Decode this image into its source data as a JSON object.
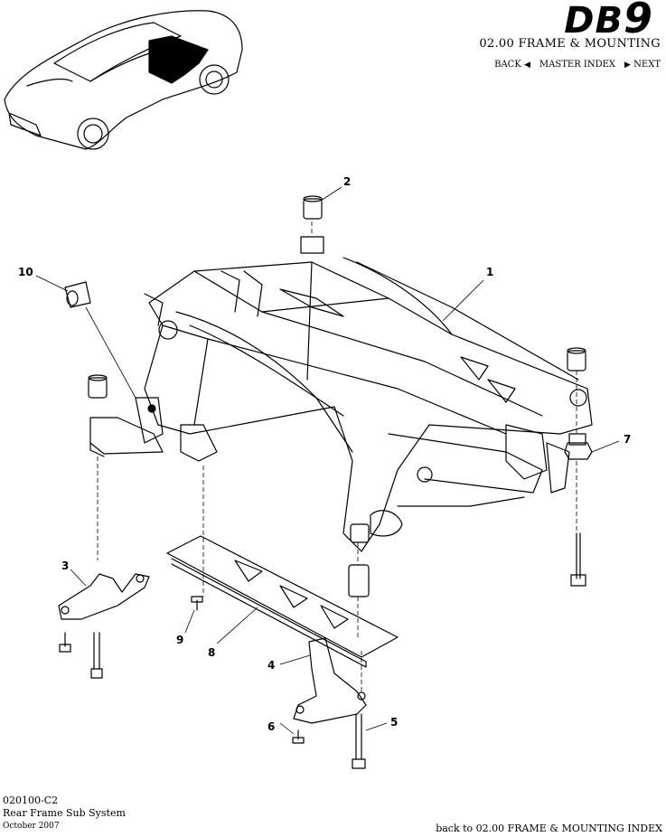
{
  "header": {
    "brand_prefix": "DB",
    "brand_suffix": "9",
    "section_title": "02.00 FRAME & MOUNTING",
    "nav": {
      "back": "BACK",
      "master_index": "MASTER INDEX",
      "next": "NEXT"
    }
  },
  "callouts": [
    "1",
    "2",
    "3",
    "4",
    "5",
    "6",
    "7",
    "8",
    "9",
    "10"
  ],
  "footer": {
    "code": "020100-C2",
    "title": "Rear Frame Sub System",
    "date": "October 2007",
    "back_link": "back to 02.00 FRAME & MOUNTING INDEX"
  }
}
